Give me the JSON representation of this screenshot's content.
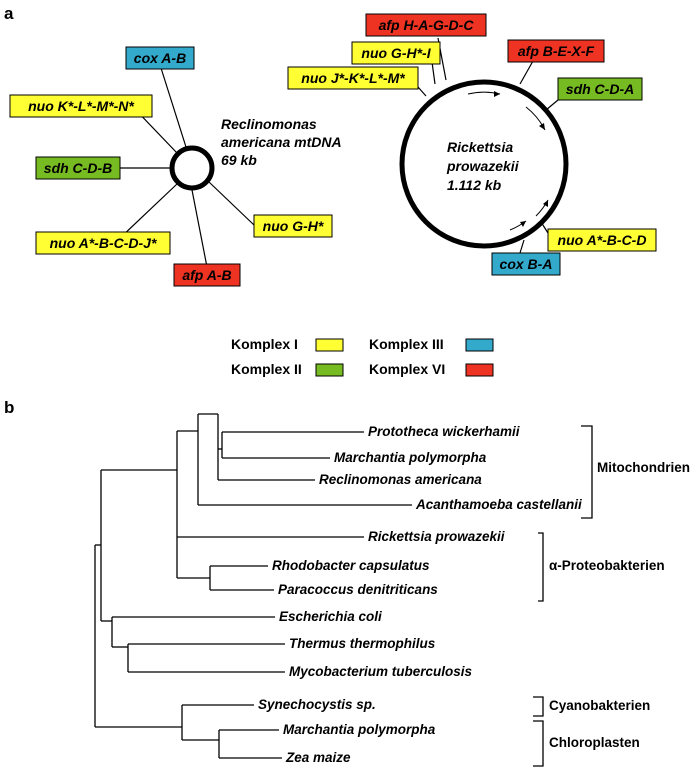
{
  "panel_a": {
    "label": "a",
    "reclinomonas": {
      "name_line1": "Reclinomonas",
      "name_line2": "americana mtDNA",
      "size": "69 kb",
      "genes": [
        {
          "label": "cox A-B",
          "complex": "III"
        },
        {
          "label": "nuo K*-L*-M*-N*",
          "complex": "I"
        },
        {
          "label": "sdh C-D-B",
          "complex": "II"
        },
        {
          "label": "nuo A*-B-C-D-J*",
          "complex": "I"
        },
        {
          "label": "afp A-B",
          "complex": "VI"
        },
        {
          "label": "nuo G-H*",
          "complex": "I"
        }
      ]
    },
    "rickettsia": {
      "name_line1": "Rickettsia",
      "name_line2": "prowazekii",
      "size": "1.112 kb",
      "genes": [
        {
          "label": "afp H-A-G-D-C",
          "complex": "VI"
        },
        {
          "label": "nuo G-H*-I",
          "complex": "I"
        },
        {
          "label": "afp B-E-X-F",
          "complex": "VI"
        },
        {
          "label": "nuo J*-K*-L*-M*",
          "complex": "I"
        },
        {
          "label": "sdh C-D-A",
          "complex": "II"
        },
        {
          "label": "nuo A*-B-C-D",
          "complex": "I"
        },
        {
          "label": "cox B-A",
          "complex": "III"
        }
      ]
    },
    "legend": {
      "k1": "Komplex I",
      "k2": "Komplex II",
      "k3": "Komplex III",
      "k4": "Komplex VI"
    },
    "colors": {
      "I": "#ffff33",
      "II": "#77bb22",
      "III": "#33aacc",
      "VI": "#ee3322"
    }
  },
  "panel_b": {
    "label": "b",
    "taxa": [
      "Prototheca wickerhamii",
      "Marchantia polymorpha",
      "Reclinomonas americana",
      "Acanthamoeba castellanii",
      "Rickettsia prowazekii",
      "Rhodobacter capsulatus",
      "Paracoccus denitriticans",
      "Escherichia coli",
      "Thermus thermophilus",
      "Mycobacterium tuberculosis",
      "Synechocystis sp.",
      "Marchantia polymorpha",
      "Zea maize"
    ],
    "groups": {
      "mito": "Mitochondrien",
      "alpha": "α-Proteobakterien",
      "cyano": "Cyanobakterien",
      "chloro": "Chloroplasten"
    }
  }
}
